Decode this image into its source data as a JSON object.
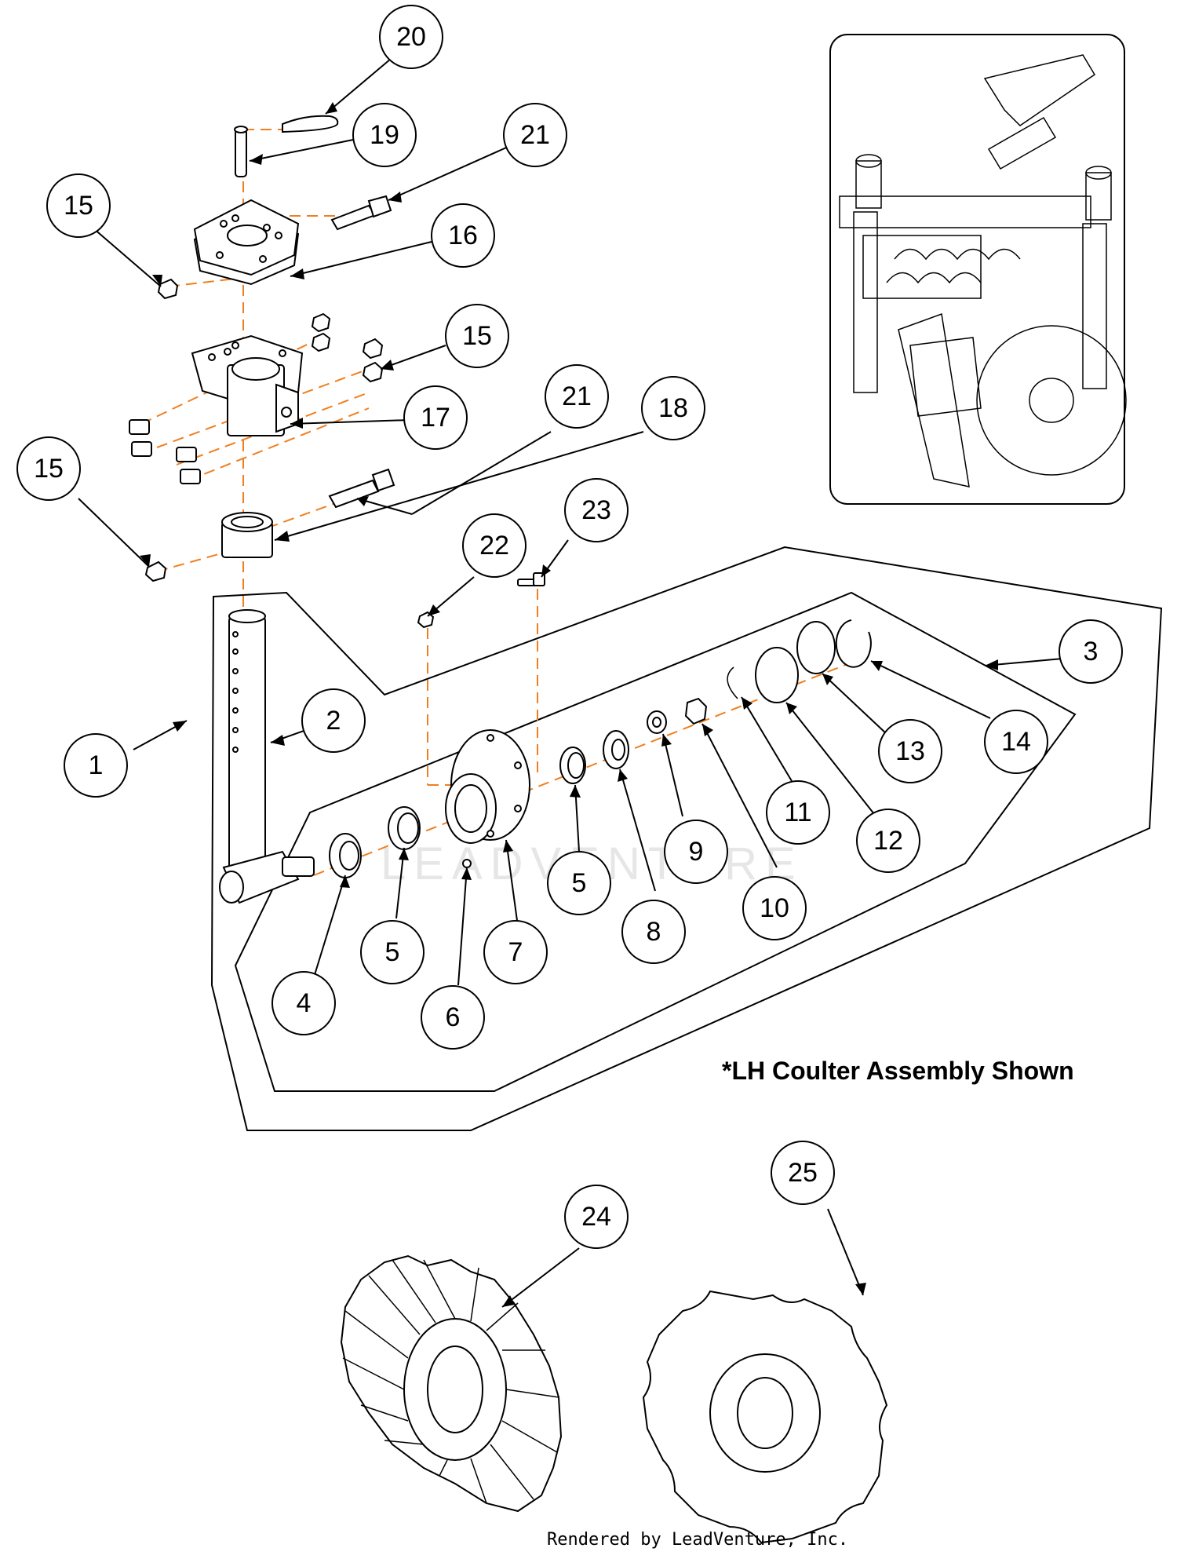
{
  "diagram": {
    "caption": "*LH Coulter Assembly Shown",
    "credit": "Rendered by LeadVenture, Inc.",
    "watermark": "LEADVENTURE",
    "accent_color": "#f07f1f",
    "callouts": {
      "c1": "1",
      "c2": "2",
      "c3": "3",
      "c4": "4",
      "c5a": "5",
      "c5b": "5",
      "c6": "6",
      "c7": "7",
      "c8": "8",
      "c9": "9",
      "c10": "10",
      "c11": "11",
      "c12": "12",
      "c13": "13",
      "c14": "14",
      "c15a": "15",
      "c15b": "15",
      "c15c": "15",
      "c16": "16",
      "c17": "17",
      "c18": "18",
      "c19": "19",
      "c20": "20",
      "c21a": "21",
      "c21b": "21",
      "c22": "22",
      "c23": "23",
      "c24": "24",
      "c25": "25"
    }
  }
}
